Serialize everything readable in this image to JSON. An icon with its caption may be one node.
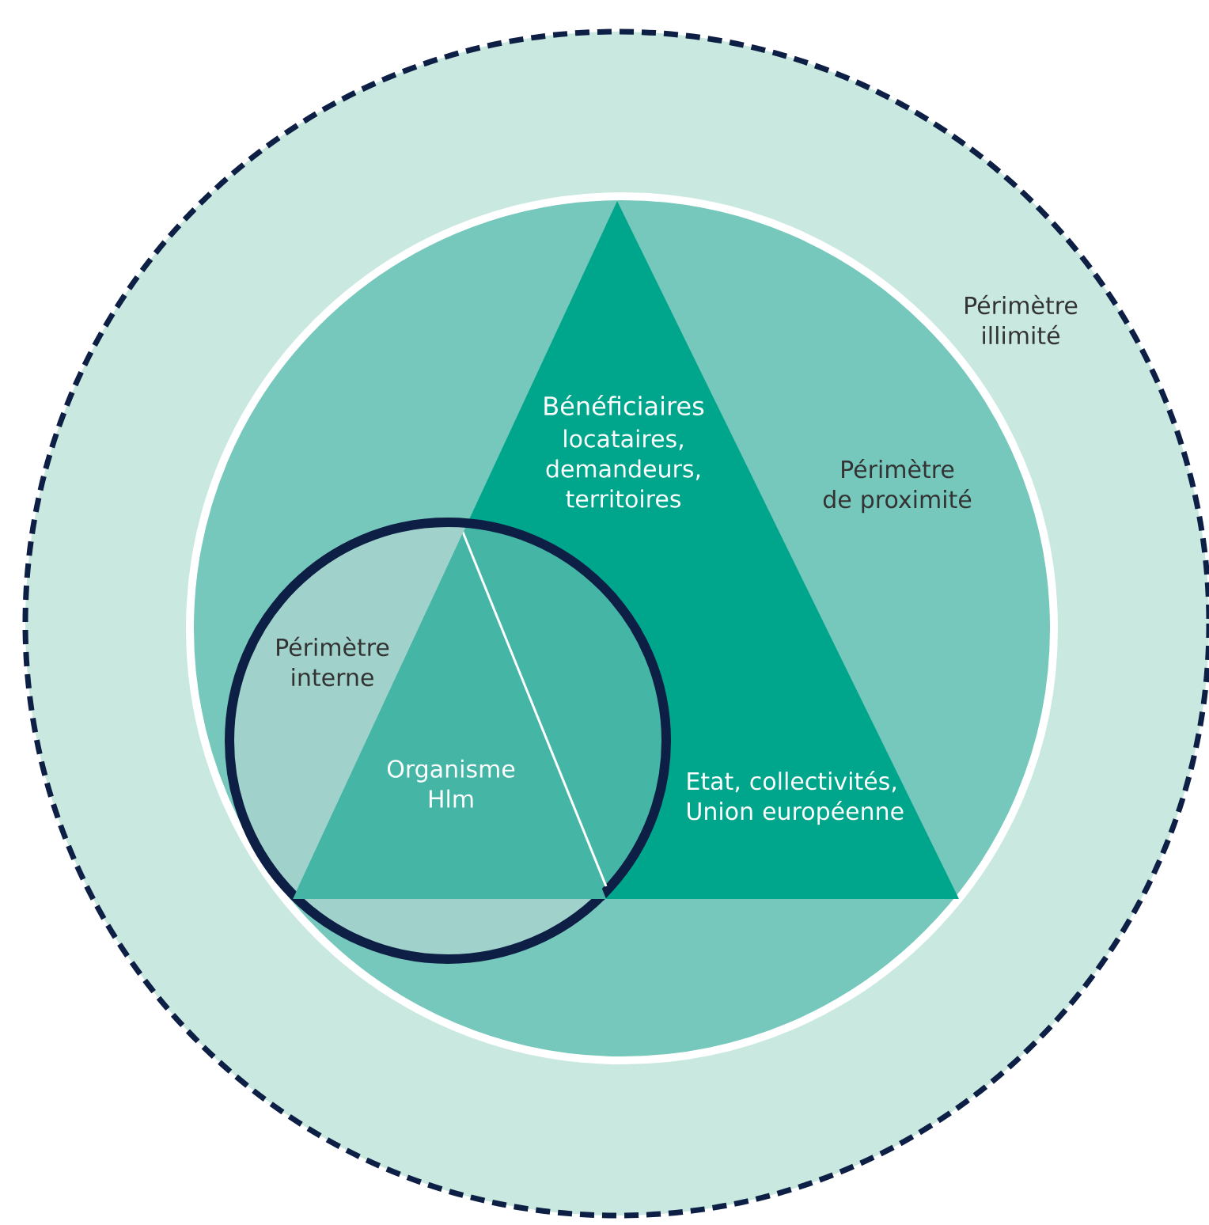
{
  "diagram": {
    "nodes": [
      {
        "text": [
          "Périmètre illimité"
        ]
      },
      {
        "text": [
          "Périmètre de proximité"
        ],
        "in": 0
      },
      {
        "text": [
          "Bénéficiaires",
          "locataires, demandeurs, territoires",
          "Etat, collectivités, Union européenne"
        ],
        "in": 1
      },
      {
        "text": [
          "Périmètre interne"
        ],
        "in": 1
      },
      {
        "text": [
          "Organisme Hlm"
        ],
        "in": 2
      }
    ]
  }
}
